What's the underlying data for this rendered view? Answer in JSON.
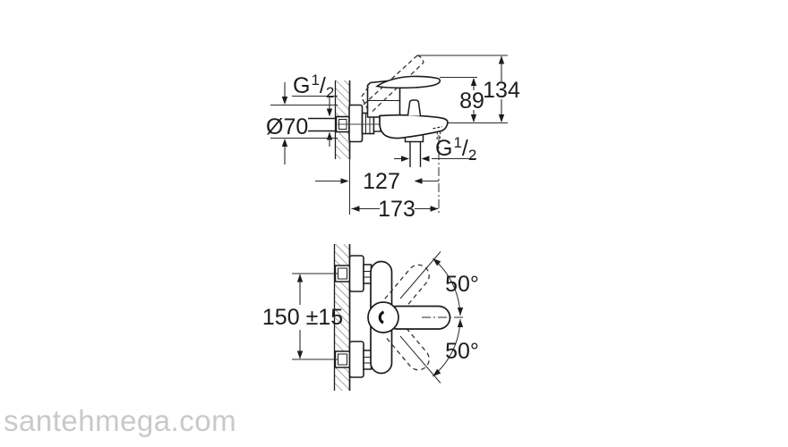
{
  "colors": {
    "line": "#1c1c1c",
    "dim_line": "#2a2a2a",
    "dashed": "#333333",
    "watermark": "#c9c9c9",
    "background": "#ffffff"
  },
  "watermark": {
    "text": "santehmega.com"
  },
  "top_view": {
    "labels": {
      "wall_thread": {
        "prefix": "G",
        "numerator": "1",
        "slash": "/",
        "denominator": "2"
      },
      "escutcheon_diameter": "Ø70",
      "spout_height": "89",
      "lever_height": "134",
      "outlet_thread": {
        "prefix": "G",
        "numerator": "1",
        "slash": "/",
        "denominator": "2"
      },
      "outlet_offset": "127",
      "spout_reach": "173"
    }
  },
  "bottom_view": {
    "labels": {
      "mounting_distance": "150 ±15",
      "swing_angle_up": "50°",
      "swing_angle_down": "50°"
    }
  }
}
